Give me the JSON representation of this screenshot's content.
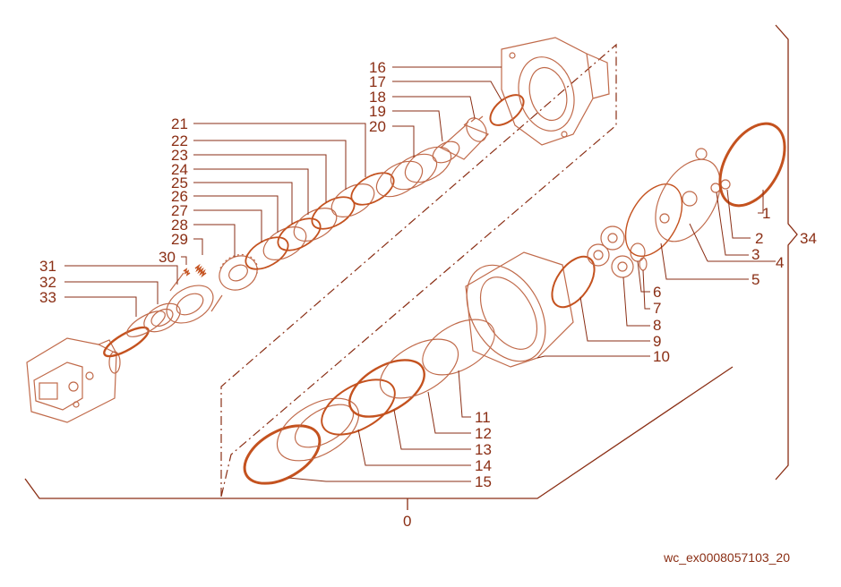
{
  "diagram": {
    "caption": "wc_ex0008057103_20",
    "assembly_callout": "34",
    "group_callout": "0",
    "part_numbers": [
      "1",
      "2",
      "3",
      "4",
      "5",
      "6",
      "7",
      "8",
      "9",
      "10",
      "11",
      "12",
      "13",
      "14",
      "15",
      "16",
      "17",
      "18",
      "19",
      "20",
      "21",
      "22",
      "23",
      "24",
      "25",
      "26",
      "27",
      "28",
      "29",
      "30",
      "31",
      "32",
      "33"
    ],
    "colors": {
      "line": "#c06a4a",
      "label": "#8a2e14",
      "ring": "#c4521f"
    }
  }
}
